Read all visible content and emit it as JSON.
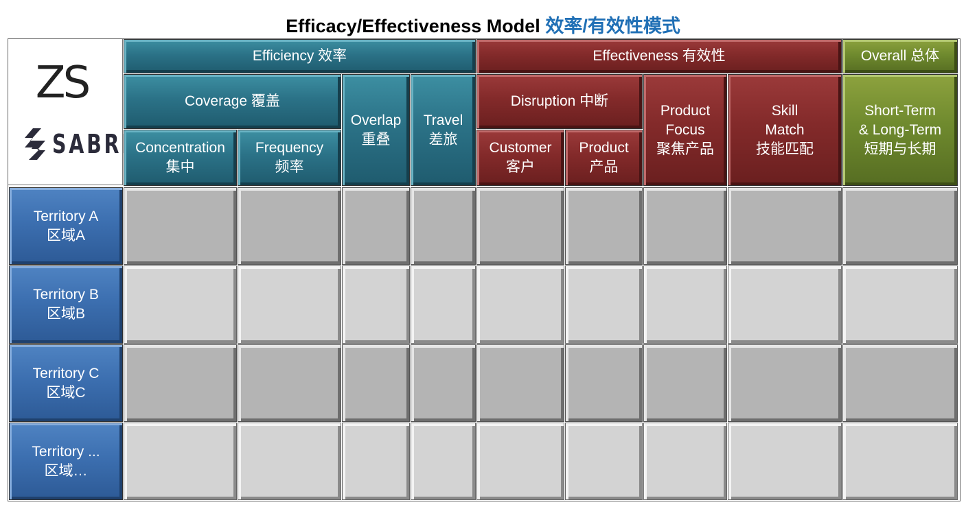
{
  "title": {
    "english": "Efficacy/Effectiveness Model",
    "chinese": "效率/有效性模式"
  },
  "logos": {
    "zs": "ZS",
    "sabre": "SABRE"
  },
  "colors": {
    "efficiency": "#2b7287",
    "effectiveness": "#832a2a",
    "overall": "#6f8a2e",
    "territory": "#3c6fb0",
    "cell_dark": "#b4b4b4",
    "cell_light": "#d3d3d3",
    "title_chinese": "#1f6fb5"
  },
  "headers": {
    "efficiency": "Efficiency 效率",
    "effectiveness": "Effectiveness 有效性",
    "overall": "Overall 总体",
    "coverage": "Coverage 覆盖",
    "overlap": "Overlap\n重叠",
    "travel": "Travel\n差旅",
    "disruption": "Disruption 中断",
    "product_focus": "Product\nFocus\n聚焦产品",
    "skill_match": "Skill\nMatch\n技能匹配",
    "short_long_term": "Short-Term\n& Long-Term\n短期与长期",
    "concentration": "Concentration\n集中",
    "frequency": "Frequency\n频率",
    "customer": "Customer\n客户",
    "product": "Product\n产品"
  },
  "territories": [
    "Territory A\n区域A",
    "Territory B\n区域B",
    "Territory C\n区域C",
    "Territory ...\n区域…"
  ]
}
